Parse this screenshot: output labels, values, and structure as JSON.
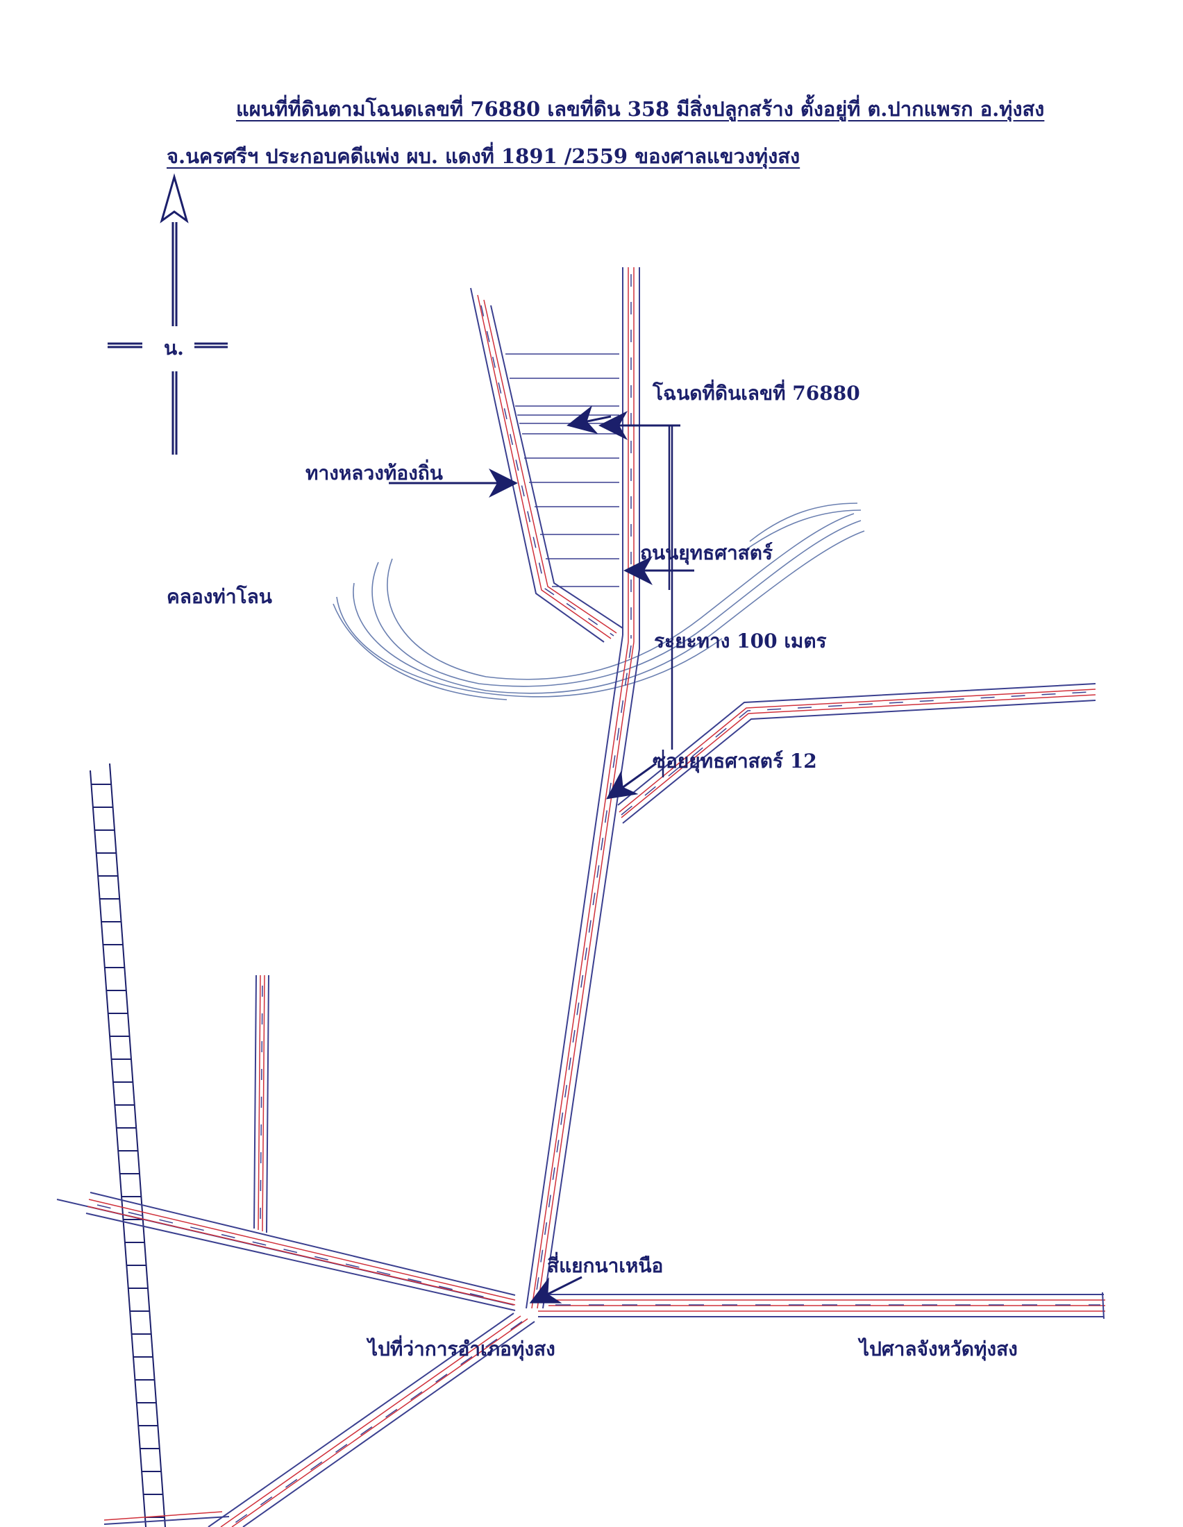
{
  "header": {
    "line1": "แผนที่ที่ดินตามโฉนดเลขที่  76880  เลขที่ดิน  358  มีสิ่งปลูกสร้าง  ตั้งอยู่ที่  ต.ปากแพรก  อ.ทุ่งสง",
    "line2": "จ.นครศรีฯ  ประกอบคดีแพ่ง ผบ. แดงที่  1891  /2559      ของศาลแขวงทุ่งสง"
  },
  "compass": {
    "label": "น."
  },
  "labels": {
    "deed": "โฉนดที่ดินเลขที่  76880",
    "highway": "ทางหลวงท้องถิ่น",
    "road": "ถนนยุทธศาสตร์",
    "canal": "คลองท่าโลน",
    "distance": "ระยะทาง  100  เมตร",
    "soi": "ซอยยุทธศาสตร์  12",
    "junction": "สี่แยกนาเหนือ",
    "to_district": "ไปที่ว่าการอำเภอทุ่งสง",
    "to_court": "ไปศาลจังหวัดทุ่งสง"
  },
  "colors": {
    "ink": "#1b1f6b",
    "road_red": "#d0303a",
    "road_blue": "#3a3f8f",
    "canal": "#6a7fb0"
  }
}
